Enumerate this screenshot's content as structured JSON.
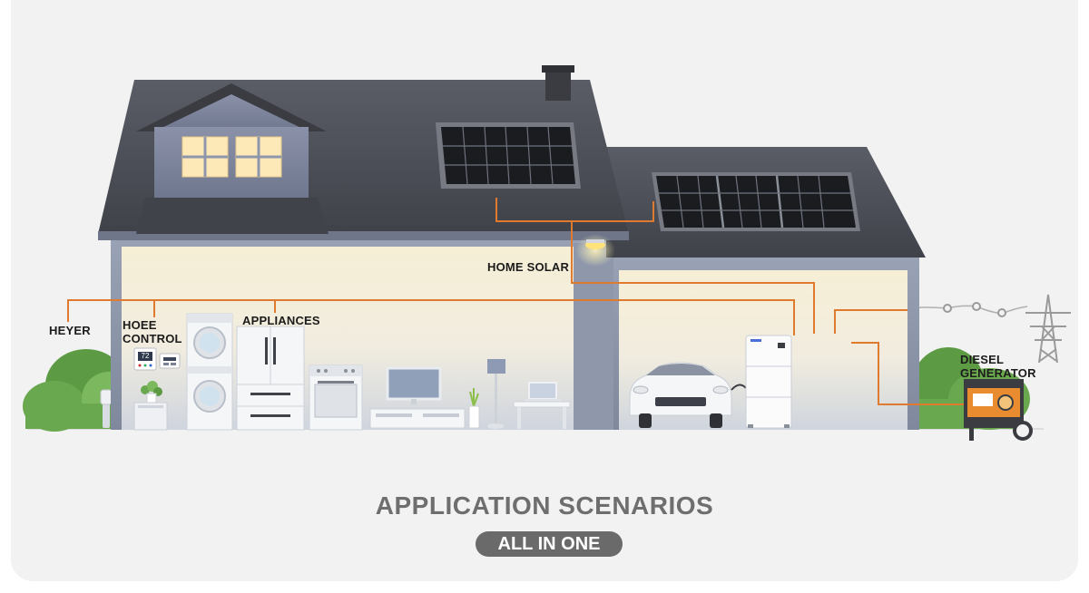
{
  "labels": {
    "heyer": "HEYER",
    "hoee_control_line1": "HOEE",
    "hoee_control_line2": "CONTROL",
    "appliances": "APPLIANCES",
    "home_solar": "HOME SOLAR",
    "diesel_generator_line1": "DIESEL",
    "diesel_generator_line2": "GENERATOR"
  },
  "devices": {
    "thermostat_reading": "72"
  },
  "footer": {
    "title": "APPLICATION SCENARIOS",
    "badge": "ALL IN ONE"
  },
  "colors": {
    "background": "#f2f2f2",
    "roof": "#4d5058",
    "wall": "#8c96aa",
    "interior": "#f5efd8",
    "wire": "#e07a2e",
    "bush": "#6aa84f",
    "badge": "#6a6a6a"
  }
}
